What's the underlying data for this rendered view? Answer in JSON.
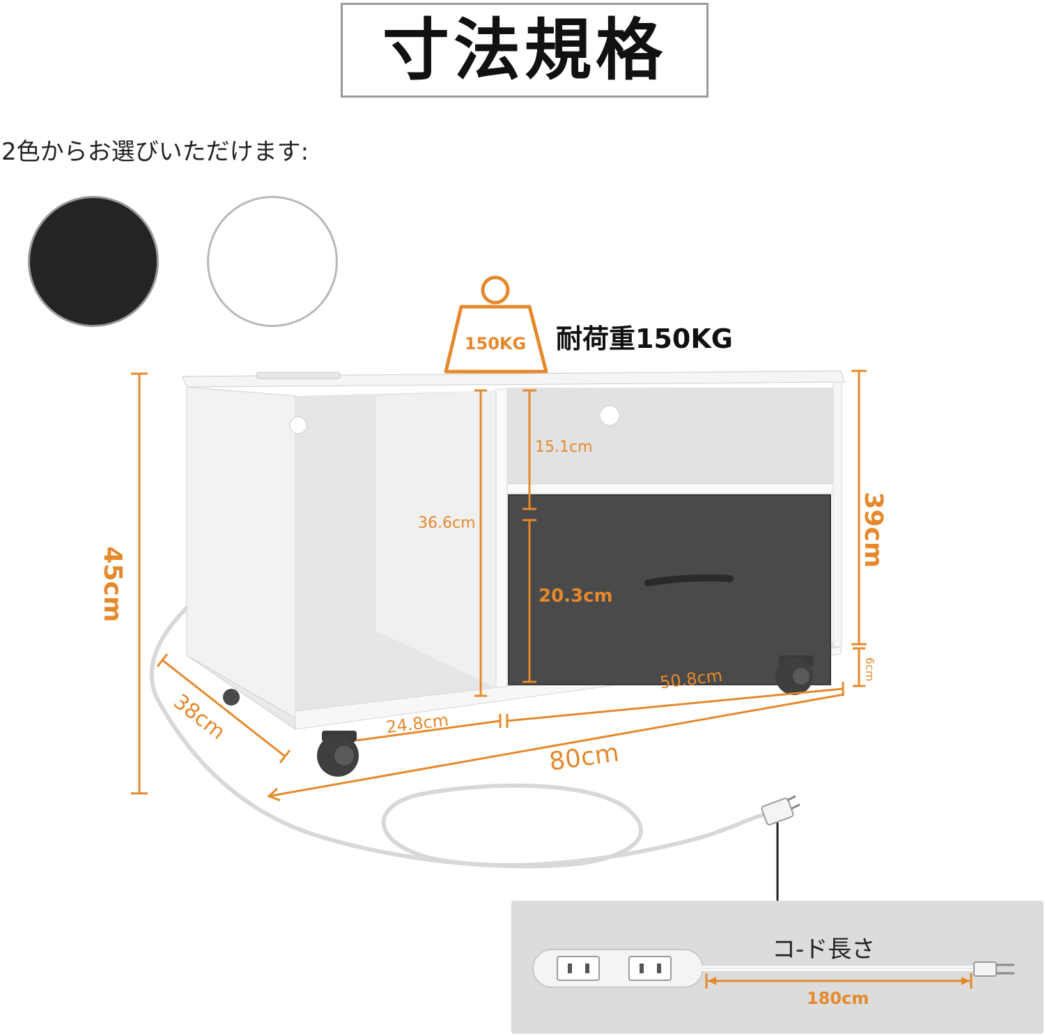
{
  "title": "寸法規格",
  "subtitle": "2色からお選びいただけます:",
  "colors": [
    {
      "name": "black",
      "hex": "#242424"
    },
    {
      "name": "white",
      "hex": "#ffffff"
    }
  ],
  "accent_color": "#e5892c",
  "load": {
    "weight_badge": "150KG",
    "label": "耐荷重150KG"
  },
  "dimensions": {
    "height_total": "45cm",
    "height_body": "39cm",
    "depth": "38cm",
    "width_total": "80cm",
    "left_compartment_width": "24.8cm",
    "right_compartment_width": "50.8cm",
    "left_compartment_height": "36.6cm",
    "shelf_height": "15.1cm",
    "drawer_height": "20.3cm",
    "caster_height": "6cm"
  },
  "cord": {
    "title": "コ-ド長さ",
    "length": "180cm"
  }
}
